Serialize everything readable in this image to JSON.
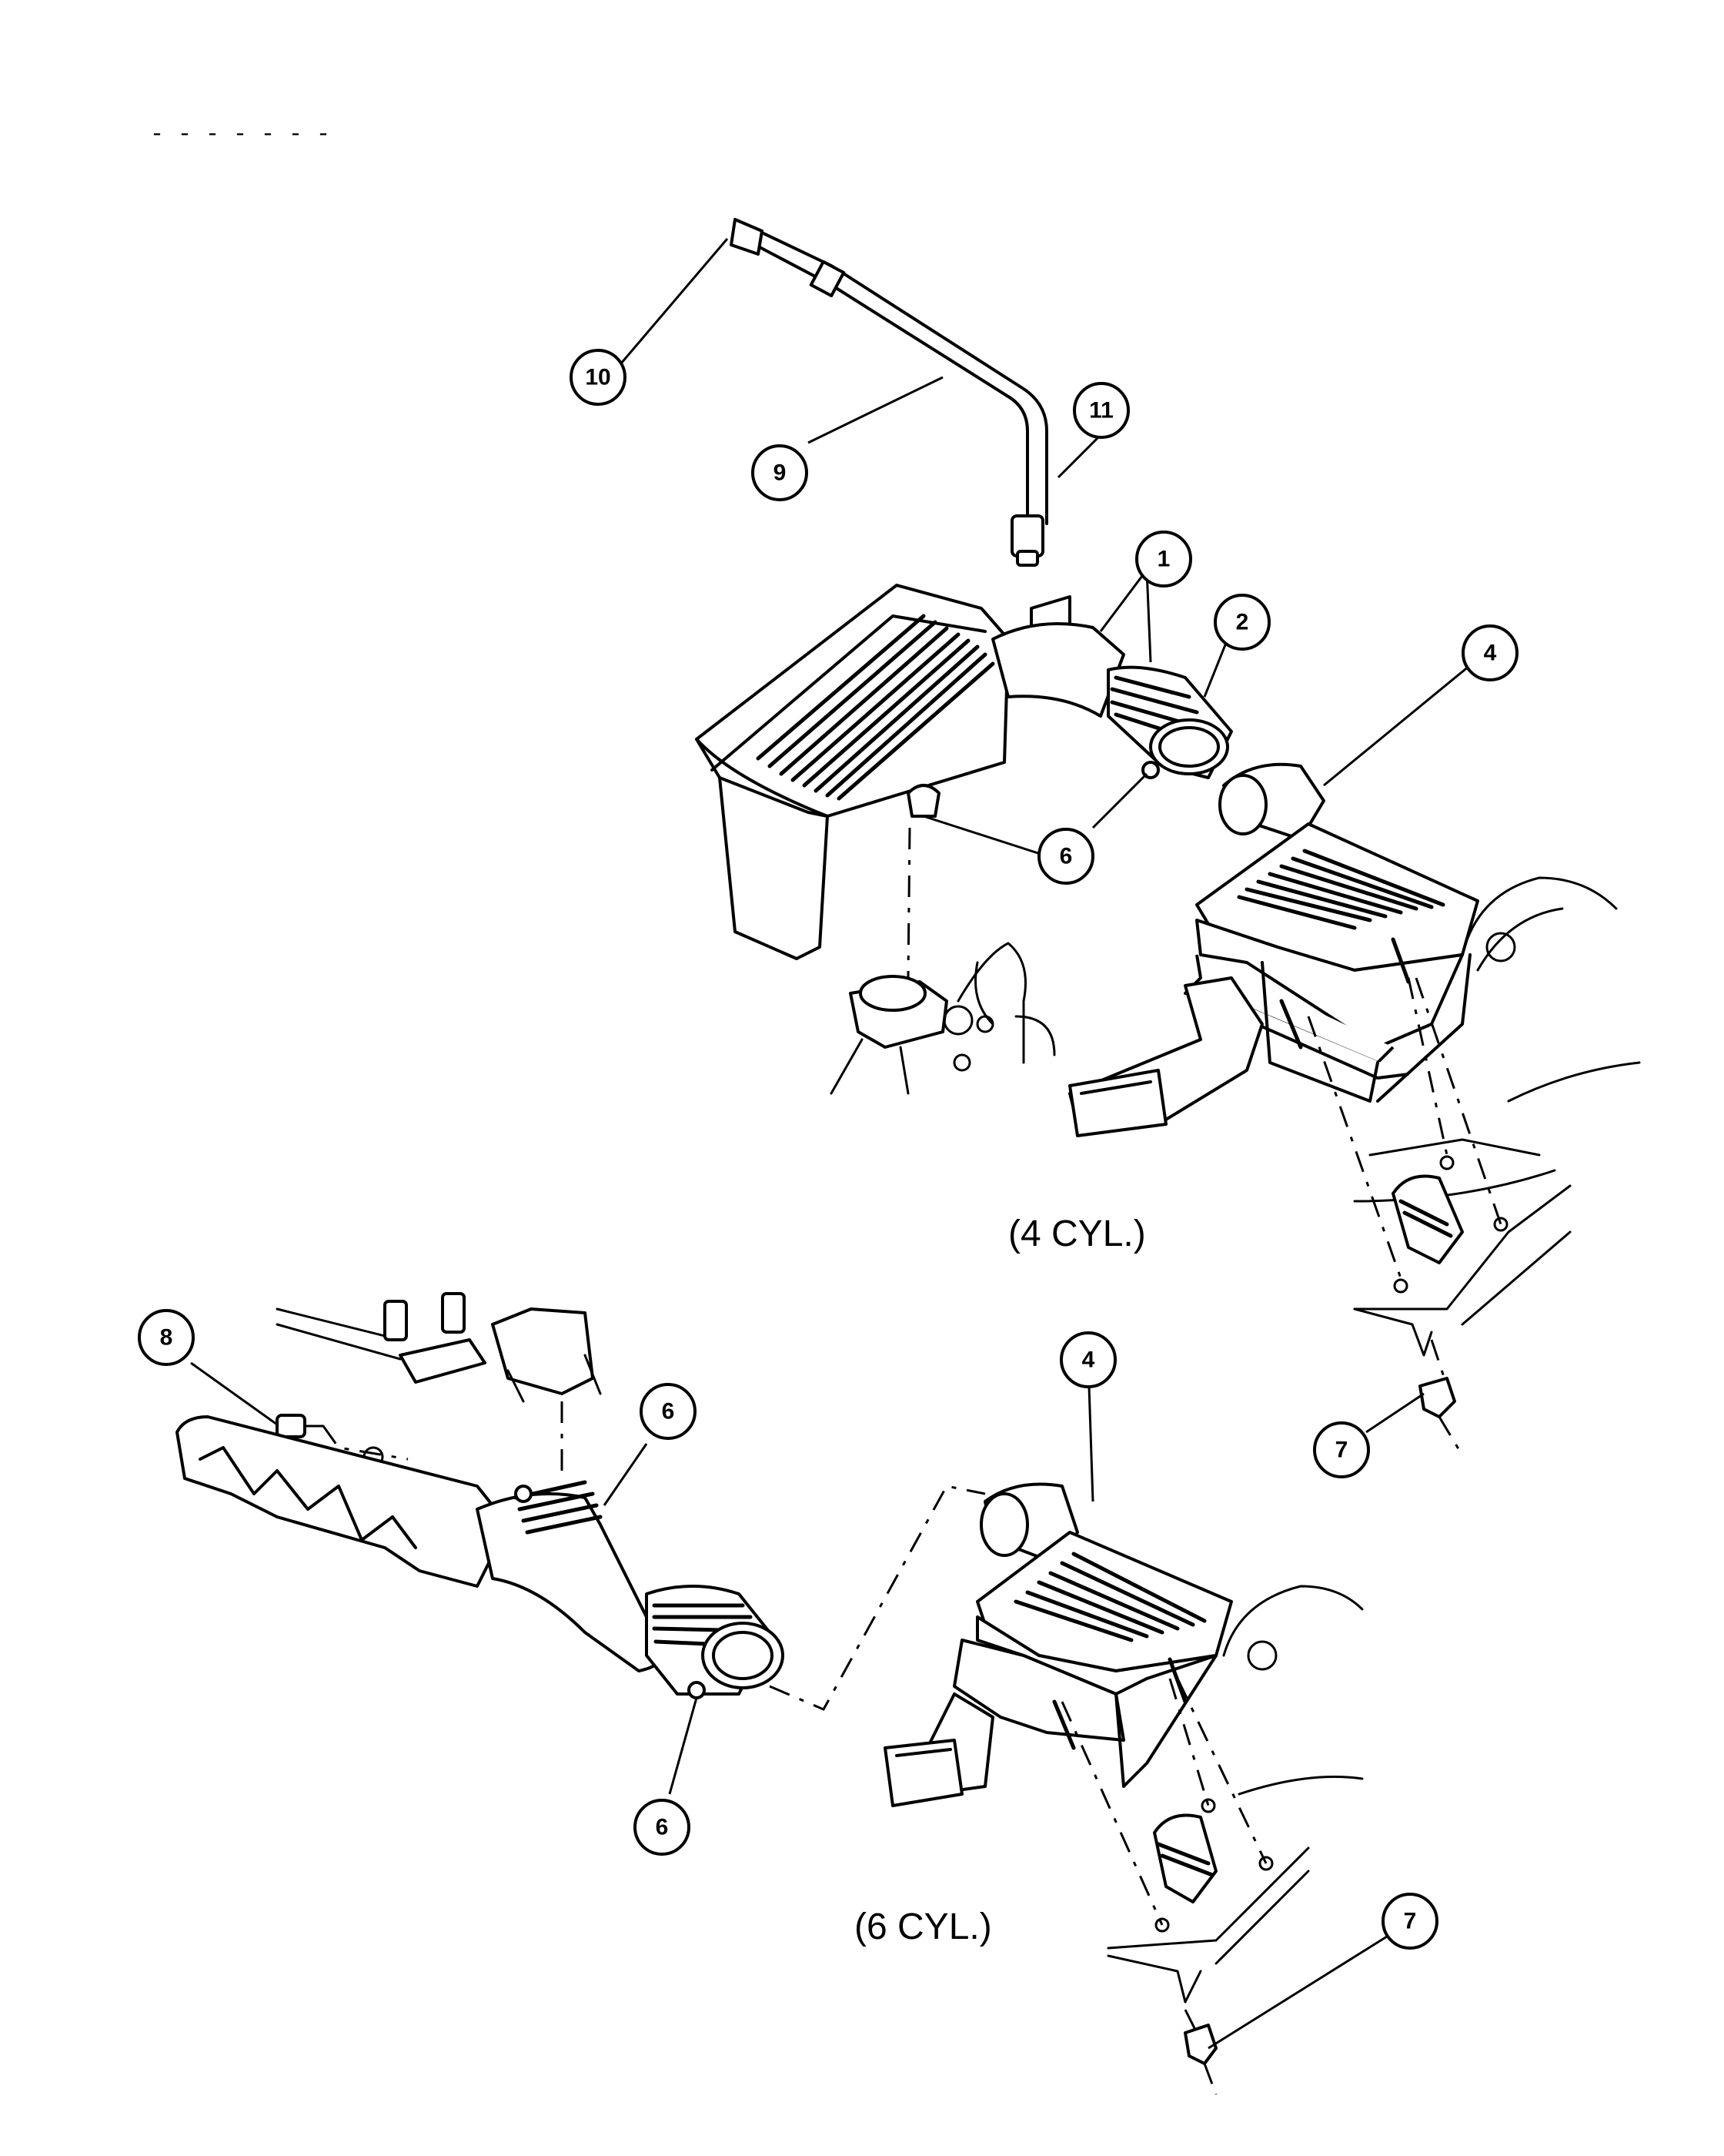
{
  "header_fragment": "- - -   - - - -",
  "captions": {
    "four_cyl": "(4 CYL.)",
    "six_cyl": "(6 CYL.)"
  },
  "callouts": [
    "1",
    "2",
    "4",
    "6",
    "6",
    "9",
    "10",
    "11",
    "4",
    "6",
    "6",
    "7",
    "7",
    "8"
  ]
}
